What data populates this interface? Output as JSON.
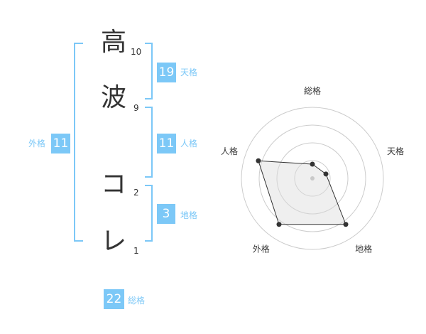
{
  "name": {
    "chars": [
      {
        "char": "高",
        "strokes": "10"
      },
      {
        "char": "波",
        "strokes": "9"
      },
      {
        "char": "コ",
        "strokes": "2"
      },
      {
        "char": "レ",
        "strokes": "1"
      }
    ]
  },
  "kaku": {
    "tenkaku": {
      "value": "19",
      "label": "天格"
    },
    "jinkaku": {
      "value": "11",
      "label": "人格"
    },
    "chikaku": {
      "value": "3",
      "label": "地格"
    },
    "gaikaku": {
      "value": "11",
      "label": "外格"
    },
    "soukaku": {
      "value": "22",
      "label": "総格"
    }
  },
  "colors": {
    "accent": "#7cc8f7",
    "text": "#333333",
    "grid": "#cccccc",
    "fill": "#eeeeee"
  },
  "chart_data": {
    "type": "radar",
    "axes": [
      "総格",
      "天格",
      "地格",
      "外格",
      "人格"
    ],
    "values": [
      0.2,
      0.2,
      0.8,
      0.8,
      0.8
    ],
    "rings": 4,
    "grid": true
  }
}
